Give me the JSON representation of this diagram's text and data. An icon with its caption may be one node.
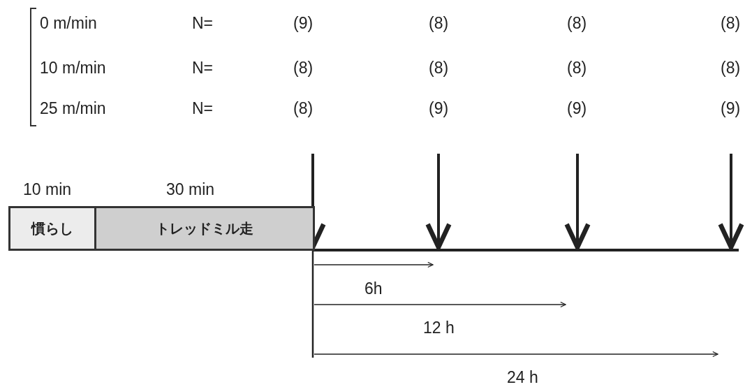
{
  "diagram": {
    "nodes": [
      {
        "text": [
          "慣らし"
        ],
        "beside": [
          "10 min"
        ]
      },
      {
        "text": [
          "トレッドミル走"
        ],
        "beside": [
          "30 min"
        ]
      }
    ],
    "labels": [
      "0 m/min",
      "N=",
      "(9)",
      "(8)",
      "(8)",
      "(8)",
      "10 m/min",
      "N=",
      "(8)",
      "(8)",
      "(8)",
      "(8)",
      "25 m/min",
      "N=",
      "(8)",
      "(9)",
      "(9)",
      "(9)",
      "6h",
      "12 h",
      "24 h"
    ]
  }
}
